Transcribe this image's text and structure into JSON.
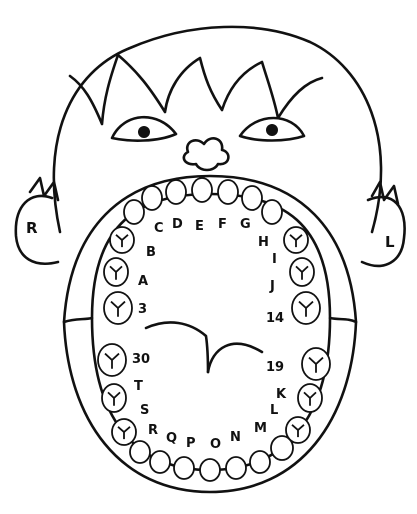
{
  "sides": {
    "right": "R",
    "left": "L"
  },
  "upper_labels": [
    "3",
    "A",
    "B",
    "C",
    "D",
    "E",
    "F",
    "G",
    "H",
    "I",
    "J",
    "14"
  ],
  "lower_labels": [
    "19",
    "K",
    "L",
    "M",
    "N",
    "O",
    "P",
    "Q",
    "R",
    "S",
    "T",
    "30"
  ]
}
